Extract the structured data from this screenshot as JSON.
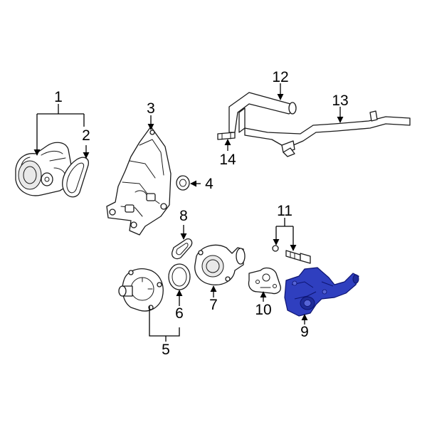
{
  "callouts": {
    "c1": "1",
    "c2": "2",
    "c3": "3",
    "c4": "4",
    "c5": "5",
    "c6": "6",
    "c7": "7",
    "c8": "8",
    "c9": "9",
    "c10": "10",
    "c11": "11",
    "c12": "12",
    "c13": "13",
    "c14": "14"
  },
  "colors": {
    "highlight_fill": "#2f3fbf",
    "highlight_stroke": "#0d1470",
    "line": "#1a1a1a"
  }
}
